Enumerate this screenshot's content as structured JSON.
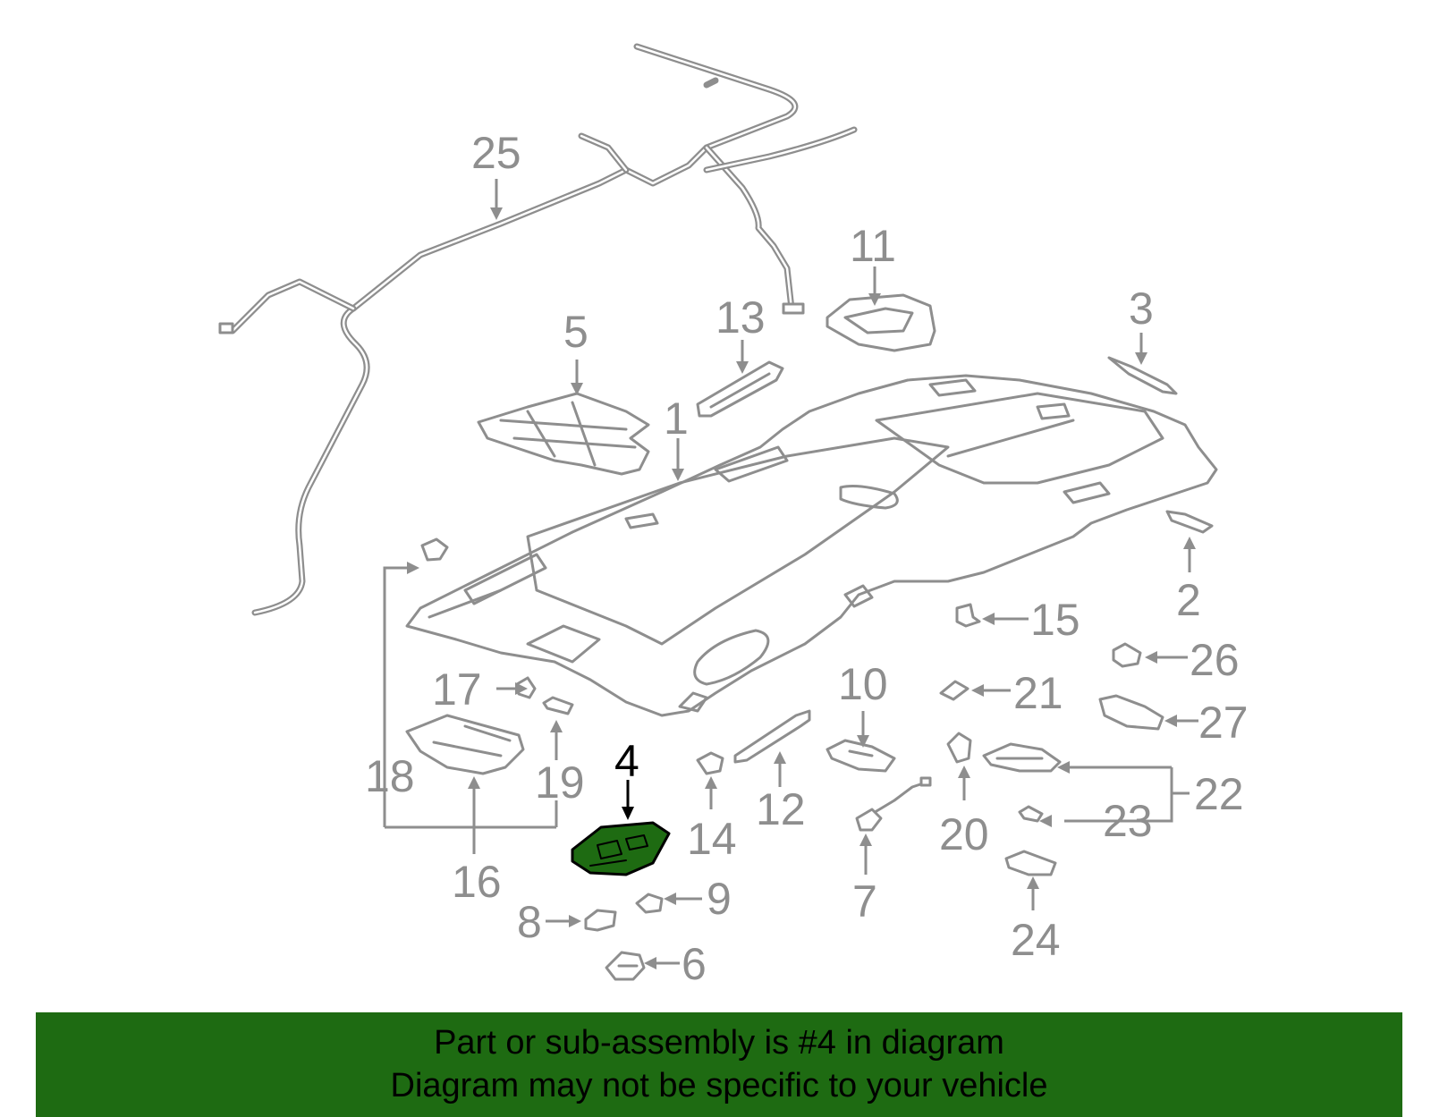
{
  "callouts": {
    "c1": "1",
    "c2": "2",
    "c3": "3",
    "c4": "4",
    "c5": "5",
    "c6": "6",
    "c7": "7",
    "c8": "8",
    "c9": "9",
    "c10": "10",
    "c11": "11",
    "c12": "12",
    "c13": "13",
    "c14": "14",
    "c15": "15",
    "c16": "16",
    "c17": "17",
    "c18": "18",
    "c19": "19",
    "c20": "20",
    "c21": "21",
    "c22": "22",
    "c23": "23",
    "c24": "24",
    "c25": "25",
    "c26": "26",
    "c27": "27"
  },
  "highlight": {
    "part_number": "4",
    "color": "#1e6b12"
  },
  "colors": {
    "line": "#8e8e8e",
    "highlight_text": "#000000",
    "banner": "#1e6b12"
  },
  "banner": {
    "line1": "Part or sub-assembly is #4 in diagram",
    "line2": "Diagram may not be specific to your vehicle"
  }
}
